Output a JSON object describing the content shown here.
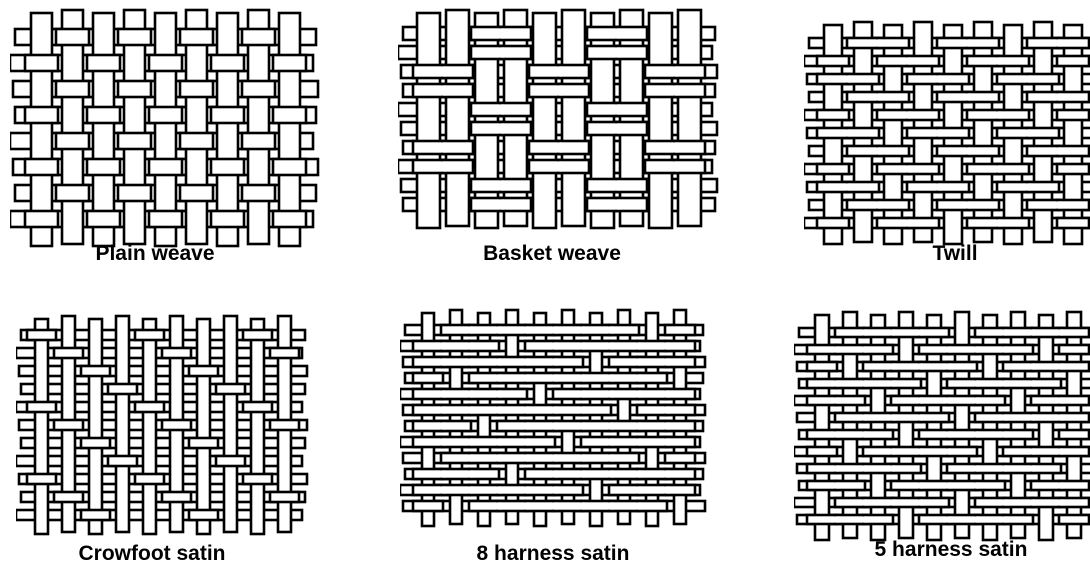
{
  "figure": {
    "panels": [
      {
        "id": "plain",
        "label": "Plain weave",
        "pattern": "plain"
      },
      {
        "id": "basket",
        "label": "Basket  weave",
        "pattern": "basket"
      },
      {
        "id": "twill",
        "label": "Twill",
        "pattern": "twill"
      },
      {
        "id": "crowfoot",
        "label": "Crowfoot satin",
        "pattern": "crowfoot"
      },
      {
        "id": "h8",
        "label": "8 harness satin",
        "pattern": "satin8"
      },
      {
        "id": "h5",
        "label": "5 harness satin",
        "pattern": "satin5"
      }
    ]
  },
  "colors": {
    "ink": "#000000",
    "yarn": "#ffffff"
  }
}
